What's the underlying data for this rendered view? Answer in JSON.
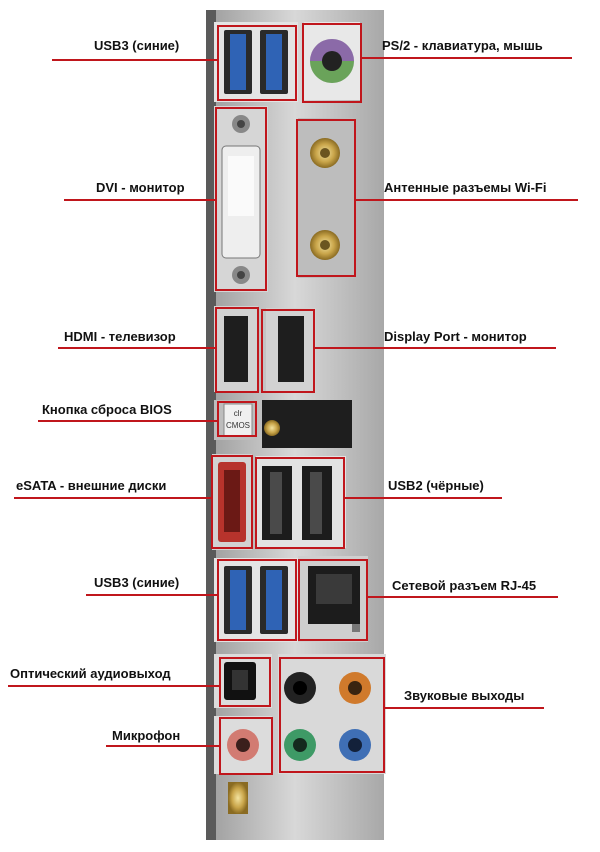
{
  "labels_left": {
    "usb3_top": "USB3 (синие)",
    "dvi": "DVI - монитор",
    "hdmi": "HDMI - телевизор",
    "bios": "Кнопка сброса BIOS",
    "esata": "eSATA - внешние диски",
    "usb3_bottom": "USB3 (синие)",
    "optical": "Оптический аудиовыход",
    "mic": "Микрофон"
  },
  "labels_right": {
    "ps2": "PS/2 - клавиатура, мышь",
    "wifi": "Антенные разъемы Wi-Fi",
    "displayport": "Display Port - монитор",
    "usb2": "USB2 (чёрные)",
    "rj45": "Сетевой разъем RJ-45",
    "audio": "Звуковые выходы"
  },
  "button_text": {
    "line1": "clr",
    "line2": "CMOS"
  },
  "colors": {
    "highlight": "#c0161c",
    "usb3": "#2f63b5",
    "ps2": "#6aa35a",
    "esata": "#b7332c",
    "audio_orange": "#d07a2c",
    "audio_green": "#3e9a66",
    "audio_blue": "#3f6fb5",
    "audio_pink": "#d27b72",
    "panel": "#cfcfcf"
  }
}
